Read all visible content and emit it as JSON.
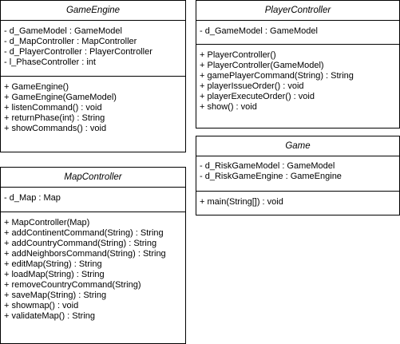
{
  "classes": {
    "game_engine": {
      "name": "GameEngine",
      "attributes": [
        "- d_GameModel : GameModel",
        "- d_MapController : MapController",
        "- d_PlayerController : PlayerController",
        "- l_PhaseController : int"
      ],
      "operations": [
        "+ GameEngine()",
        "+ GameEngine(GameModel)",
        "+ listenCommand() : void",
        "+ returnPhase(int) : String",
        "+ showCommands() : void"
      ]
    },
    "player_controller": {
      "name": "PlayerController",
      "attributes": [
        "- d_GameModel : GameModel"
      ],
      "operations": [
        "+ PlayerController()",
        "+ PlayerController(GameModel)",
        "+ gamePlayerCommand(String) : String",
        "+ playerIssueOrder() : void",
        "+ playerExecuteOrder() : void",
        "+ show() : void"
      ]
    },
    "game": {
      "name": "Game",
      "attributes": [
        "- d_RiskGameModel : GameModel",
        "- d_RiskGameEngine : GameEngine"
      ],
      "operations": [
        "+ main(String[]) : void"
      ]
    },
    "map_controller": {
      "name": "MapController",
      "attributes": [
        "- d_Map : Map"
      ],
      "operations": [
        "+ MapController(Map)",
        "+ addContinentCommand(String) : String",
        "+ addCountryCommand(String) : String",
        "+ addNeighborsCommand(String) : String",
        "+ editMap(String) : String",
        "+ loadMap(String) : String",
        "+ removeCountryCommand(String)",
        "+ saveMap(String) : String",
        "+ showmap() : void",
        "+ validateMap() : String"
      ]
    }
  }
}
